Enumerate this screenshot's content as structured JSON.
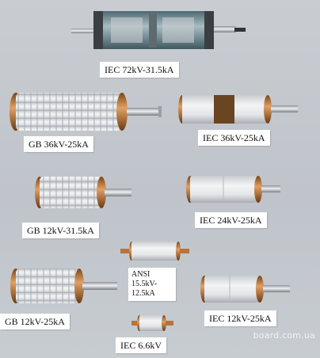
{
  "labels": {
    "iec72": "IEC 72kV-31.5kA",
    "gb36": "GB 36kV-25kA",
    "iec36": "IEC 36kV-25kA",
    "gb12_31": "GB 12kV-31.5kA",
    "iec24": "IEC 24kV-25kA",
    "ansi": "ANSI 15.5kV-12.5kA",
    "gb12_25": "GB 12kV-25kA",
    "iec12": "IEC 12kV-25kA",
    "iec66": "IEC 6.6kV"
  },
  "watermark": "board.com.ua",
  "colors": {
    "background": "#c4c9cf",
    "ceramic": "#e6e8ea",
    "copper": "#b8733a",
    "metal": "#9aa0a6",
    "glass": "#6d8a93"
  }
}
